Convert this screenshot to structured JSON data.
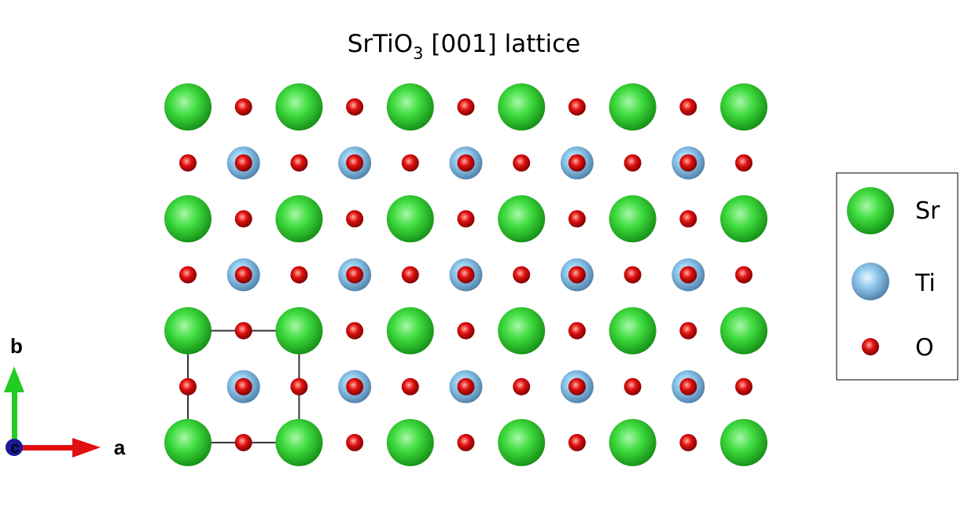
{
  "title": {
    "main": "SrTiO",
    "subscript": "3",
    "rest": " [001] lattice"
  },
  "atoms": {
    "sr": {
      "symbol": "Sr",
      "color_light": "#a8f7a8",
      "color_mid": "#3fdc3f",
      "color_dark": "#168f16"
    },
    "ti": {
      "symbol": "Ti",
      "color_light": "#e6f7ff",
      "color_mid": "#8ec7ec",
      "color_dark": "#4f7fa8"
    },
    "o": {
      "symbol": "O",
      "color_light": "#ffb0a0",
      "color_mid": "#e01010",
      "color_dark": "#7a0000"
    }
  },
  "legend": {
    "items": [
      {
        "key": "sr",
        "label": "Sr"
      },
      {
        "key": "ti",
        "label": "Ti"
      },
      {
        "key": "o",
        "label": "O"
      }
    ]
  },
  "lattice": {
    "cells_a": 5,
    "cells_b": 3,
    "unit_cell_outline": true,
    "outline_color": "#333333"
  },
  "axes": {
    "a_label": "a",
    "b_label": "b",
    "c_label": "c",
    "a_color": "#e01010",
    "b_color": "#22cc22",
    "c_color": "#1a1a99"
  }
}
